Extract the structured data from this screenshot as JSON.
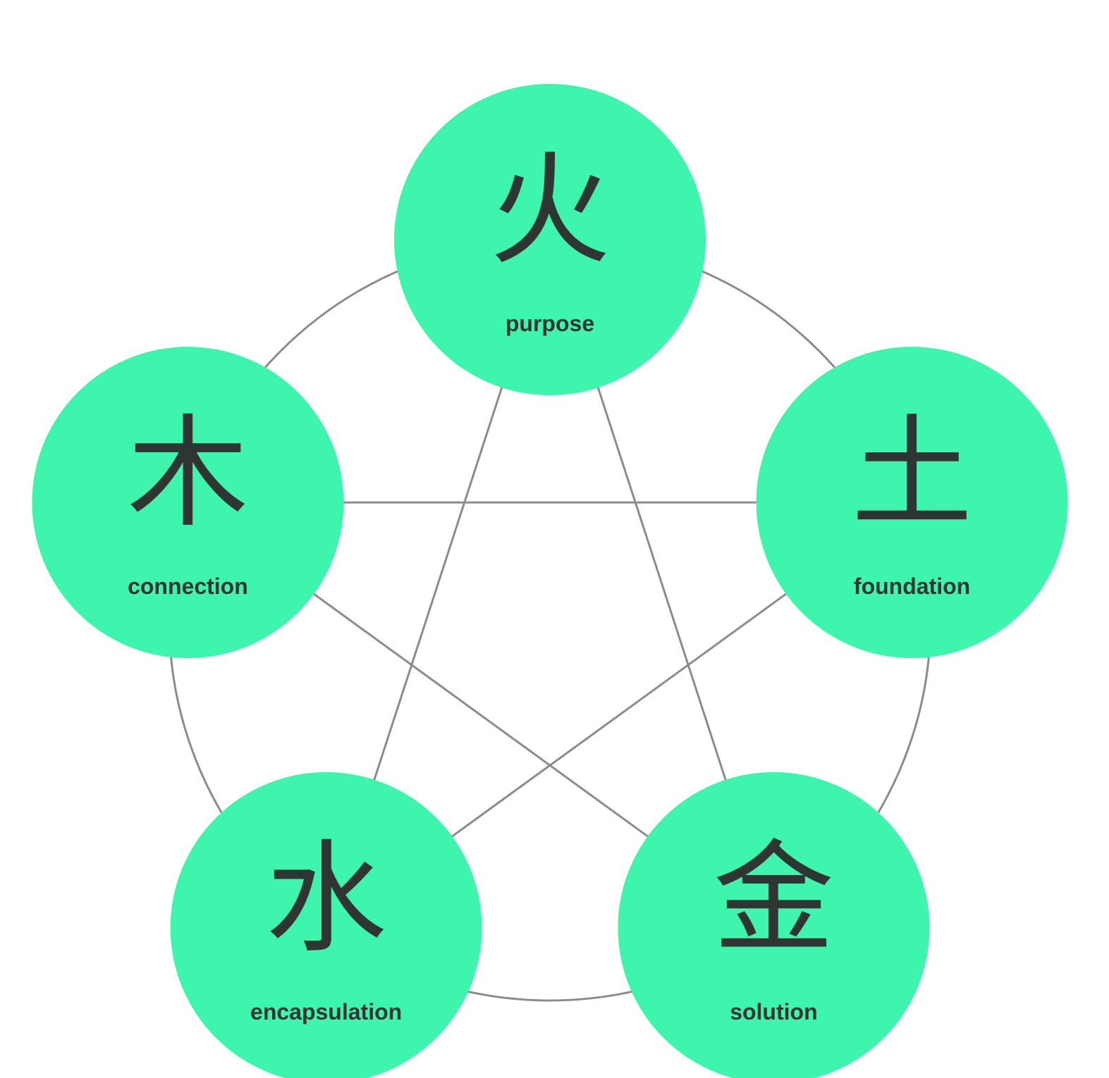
{
  "diagram": {
    "colors": {
      "node_fill": "#3ef5ad",
      "line": "#8c8c8c",
      "text": "#2e3532",
      "background": "#ffffff"
    },
    "nodes": [
      {
        "id": "fire",
        "glyph": "火",
        "label": "purpose"
      },
      {
        "id": "earth",
        "glyph": "土",
        "label": "foundation"
      },
      {
        "id": "metal",
        "glyph": "金",
        "label": "solution"
      },
      {
        "id": "water",
        "glyph": "水",
        "label": "encapsulation"
      },
      {
        "id": "wood",
        "glyph": "木",
        "label": "connection"
      }
    ],
    "cycle_edges": [
      [
        "fire",
        "earth"
      ],
      [
        "earth",
        "metal"
      ],
      [
        "metal",
        "water"
      ],
      [
        "water",
        "wood"
      ],
      [
        "wood",
        "fire"
      ]
    ],
    "star_edges": [
      [
        "fire",
        "metal"
      ],
      [
        "metal",
        "wood"
      ],
      [
        "wood",
        "earth"
      ],
      [
        "earth",
        "water"
      ],
      [
        "water",
        "fire"
      ]
    ]
  }
}
